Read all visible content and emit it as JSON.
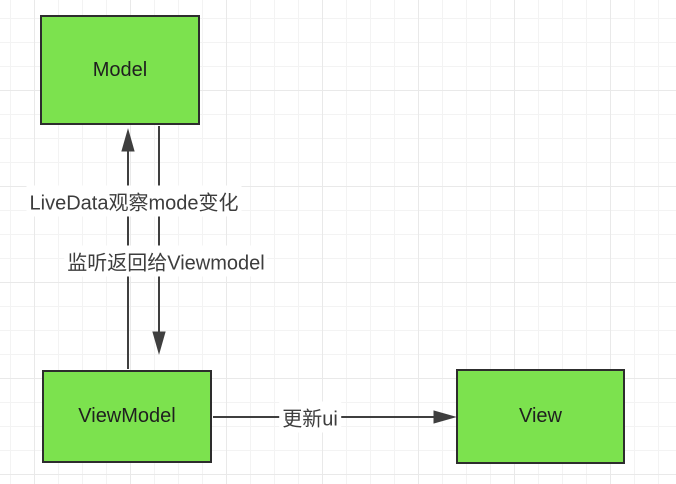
{
  "colors": {
    "canvas-bg": "#ffffff",
    "grid-minor": "#f3f3f3",
    "grid-major": "#e9e9e9",
    "node-fill": "#7ce24e",
    "node-border": "#2d2d2d",
    "node-text": "#1f1f1f",
    "edge-color": "#3f3f3f",
    "label-text": "#3d3d3d"
  },
  "diagram": {
    "type": "flowchart",
    "nodes": [
      {
        "id": "model",
        "label": "Model"
      },
      {
        "id": "viewmodel",
        "label": "ViewModel"
      },
      {
        "id": "view",
        "label": "View"
      }
    ],
    "edges": [
      {
        "from": "viewmodel",
        "to": "model",
        "direction": "up",
        "label": "LiveData观察mode变化"
      },
      {
        "from": "model",
        "to": "viewmodel",
        "direction": "down",
        "label": "监听返回给Viewmodel"
      },
      {
        "from": "viewmodel",
        "to": "view",
        "direction": "right",
        "label": "更新ui"
      }
    ]
  }
}
